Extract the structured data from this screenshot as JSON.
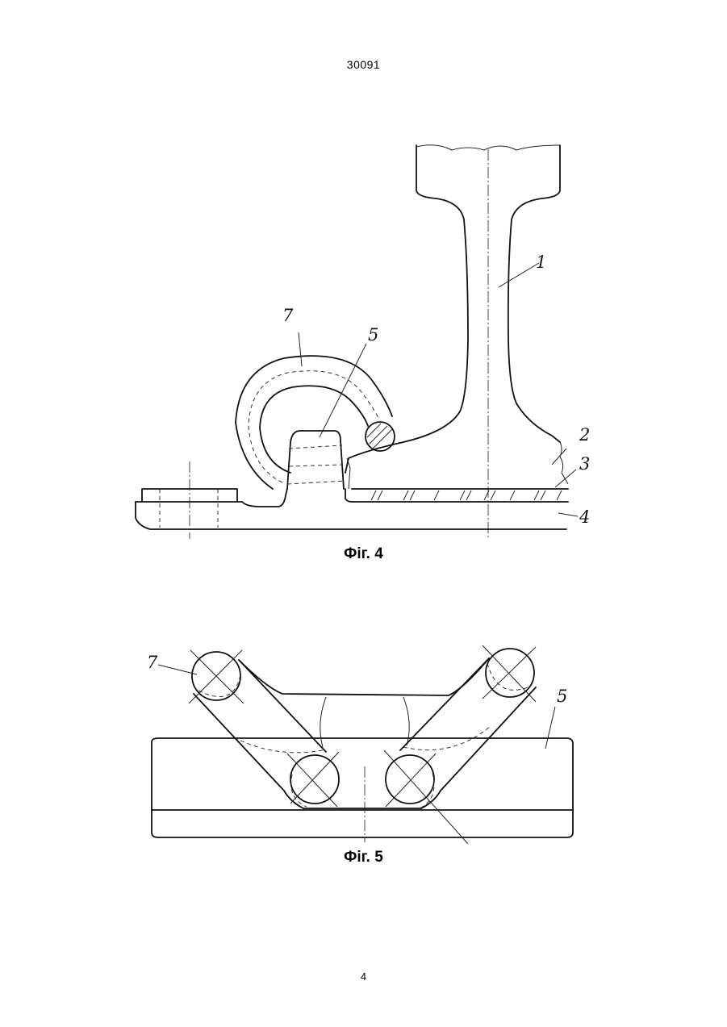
{
  "header": {
    "doc_number": "30091"
  },
  "figures": [
    {
      "caption": "Фіг. 4",
      "labels": [
        "1",
        "2",
        "3",
        "4",
        "5",
        "7"
      ]
    },
    {
      "caption": "Фіг. 5",
      "labels": [
        "7",
        "5"
      ]
    }
  ],
  "footer": {
    "page_number": "4"
  }
}
